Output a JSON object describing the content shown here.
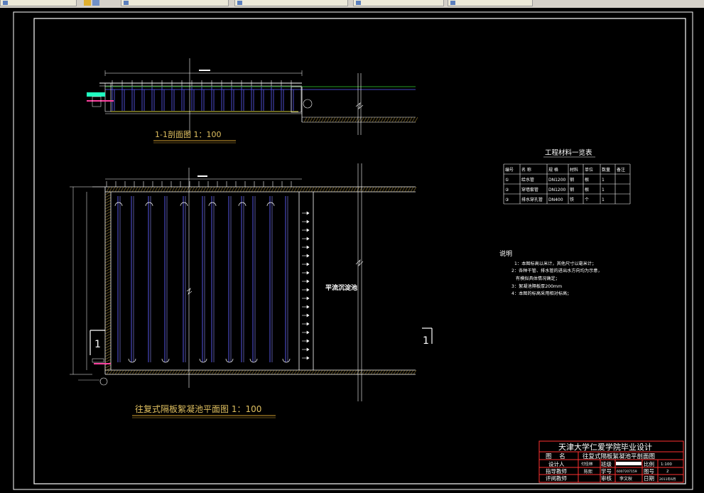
{
  "taskbar": {
    "buttons": [
      "",
      "",
      "",
      "",
      "",
      ""
    ]
  },
  "section": {
    "title": "1-1剖面图  1：100",
    "side_marks": [
      "1",
      "1"
    ]
  },
  "plan": {
    "title": "往复式隔板絮凝池平面图  1：100",
    "pool_label": "平流沉淀池"
  },
  "materials": {
    "title": "工程材料一览表",
    "headers": [
      "编号",
      "名 称",
      "规 格",
      "材料",
      "单位",
      "数量",
      "备注"
    ],
    "rows": [
      [
        "①",
        "给水管",
        "DN1200",
        "钢",
        "根",
        "1",
        ""
      ],
      [
        "②",
        "穿墙套管",
        "DN1200",
        "钢",
        "根",
        "1",
        ""
      ],
      [
        "③",
        "排水穿孔管",
        "DN400",
        "铁",
        "个",
        "1",
        ""
      ]
    ]
  },
  "notes": {
    "heading": "说明",
    "items": [
      "1：本图标高以米计，其他尺寸以毫米计；",
      "2：各种干管、排水管的进出水方向均为示意，",
      "   有模拟具体情况确定；",
      "3：絮凝池隔板厚200mm",
      "4：本图的标高采用相对标高；"
    ]
  },
  "title_block": {
    "school": "天津大学仁爱学院毕业设计",
    "rows": [
      {
        "c1": "图    名",
        "c2": "往复式隔板絮凝池平剖面图"
      },
      {
        "c1": "设计人",
        "c2": "付佳林",
        "c3": "班级",
        "c4": "",
        "c5": "比例",
        "c6": "1:100"
      },
      {
        "c1": "指导教师",
        "c2": "陈熙",
        "c3": "学号",
        "c4": "6007207159",
        "c5": "图号",
        "c6": "2"
      },
      {
        "c1": "评阅教师",
        "c2": "",
        "c3": "审核",
        "c4": "李文秋",
        "c5": "日期",
        "c6": "2011年6月"
      }
    ]
  },
  "colors": {
    "background": "#000000",
    "frame": "#ffffff",
    "title_underline": "#d4a030",
    "title_block": "#ff3030",
    "pipe": "#6060ff",
    "water_line": "#30d030",
    "inlet": "#ff40a0"
  }
}
